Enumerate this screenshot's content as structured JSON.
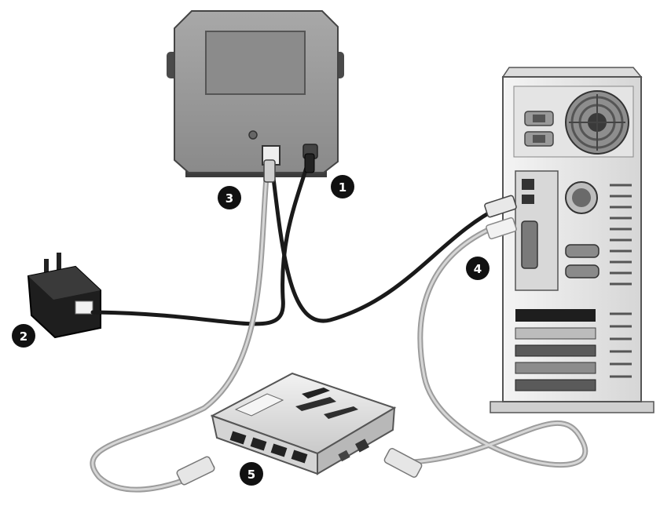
{
  "badges": {
    "one": "1",
    "two": "2",
    "three": "3",
    "four": "4",
    "five": "5"
  },
  "colors": {
    "device_body": "#9a9a9a",
    "device_dark": "#5a5a5a",
    "cable_black": "#1a1a1a",
    "cable_gray": "#b8b8b8",
    "pc_case": "#ececec",
    "badge": "#111111"
  },
  "icons": {
    "scanner": "scanner-device-icon",
    "adapter": "power-adapter-icon",
    "computer": "desktop-computer-icon",
    "hub": "usb-hub-icon"
  }
}
